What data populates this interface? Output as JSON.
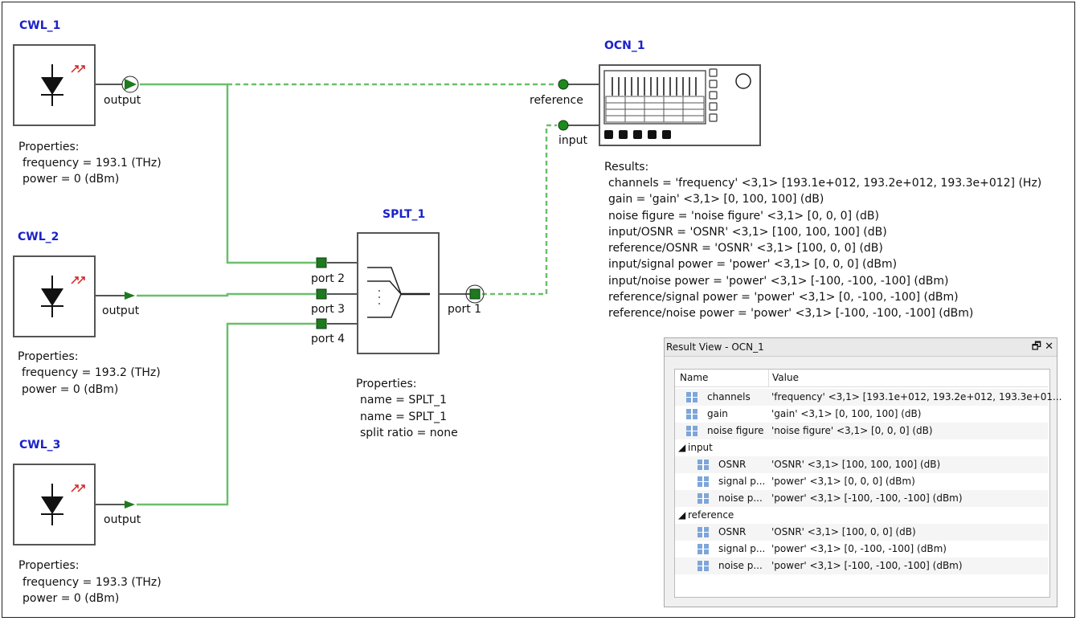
{
  "components": {
    "cwl1": {
      "name": "CWL_1",
      "port": "output",
      "props_title": "Properties:",
      "props": [
        "frequency = 193.1 (THz)",
        "power = 0 (dBm)"
      ]
    },
    "cwl2": {
      "name": "CWL_2",
      "port": "output",
      "props_title": "Properties:",
      "props": [
        "frequency = 193.2 (THz)",
        "power = 0 (dBm)"
      ]
    },
    "cwl3": {
      "name": "CWL_3",
      "port": "output",
      "props_title": "Properties:",
      "props": [
        "frequency = 193.3 (THz)",
        "power = 0 (dBm)"
      ]
    },
    "splt": {
      "name": "SPLT_1",
      "ports": [
        "port 2",
        "port 3",
        "port 4",
        "port 1"
      ],
      "props_title": "Properties:",
      "props": [
        "name = SPLT_1",
        "name = SPLT_1",
        "split ratio = none"
      ]
    },
    "ocn": {
      "name": "OCN_1",
      "ports": [
        "reference",
        "input"
      ],
      "results_title": "Results:",
      "results": [
        "channels = 'frequency' <3,1> [193.1e+012, 193.2e+012, 193.3e+012] (Hz)",
        "gain = 'gain' <3,1> [0, 100, 100] (dB)",
        "noise figure = 'noise figure' <3,1> [0, 0, 0] (dB)",
        "input/OSNR = 'OSNR' <3,1> [100, 100, 100] (dB)",
        "reference/OSNR = 'OSNR' <3,1> [100, 0, 0] (dB)",
        "input/signal power = 'power' <3,1> [0, 0, 0] (dBm)",
        "input/noise power = 'power' <3,1> [-100, -100, -100] (dBm)",
        "reference/signal power = 'power' <3,1> [0, -100, -100] (dBm)",
        "reference/noise power = 'power' <3,1> [-100, -100, -100] (dBm)"
      ]
    }
  },
  "result_view": {
    "title": "Result View - OCN_1",
    "restore_icon": "restore-icon",
    "close_icon": "close-icon",
    "headers": {
      "name": "Name",
      "value": "Value"
    },
    "rows": [
      {
        "name": "channels",
        "value": "'frequency' <3,1> [193.1e+012, 193.2e+012, 193.3e+01...",
        "level": 0,
        "icon": true
      },
      {
        "name": "gain",
        "value": "'gain' <3,1> [0, 100, 100] (dB)",
        "level": 0,
        "icon": true
      },
      {
        "name": "noise figure",
        "value": "'noise figure' <3,1> [0, 0, 0] (dB)",
        "level": 0,
        "icon": true
      },
      {
        "name": "input",
        "value": "",
        "level": 0,
        "group": true
      },
      {
        "name": "OSNR",
        "value": "'OSNR' <3,1> [100, 100, 100] (dB)",
        "level": 1,
        "icon": true
      },
      {
        "name": "signal p...",
        "value": "'power' <3,1> [0, 0, 0] (dBm)",
        "level": 1,
        "icon": true
      },
      {
        "name": "noise p...",
        "value": "'power' <3,1> [-100, -100, -100] (dBm)",
        "level": 1,
        "icon": true
      },
      {
        "name": "reference",
        "value": "",
        "level": 0,
        "group": true
      },
      {
        "name": "OSNR",
        "value": "'OSNR' <3,1> [100, 0, 0] (dB)",
        "level": 1,
        "icon": true
      },
      {
        "name": "signal p...",
        "value": "'power' <3,1> [0, -100, -100] (dBm)",
        "level": 1,
        "icon": true
      },
      {
        "name": "noise p...",
        "value": "'power' <3,1> [-100, -100, -100] (dBm)",
        "level": 1,
        "icon": true
      }
    ]
  },
  "colors": {
    "label": "#1b22c8",
    "wire": "#6bbf6b",
    "port": "#1e7a1e",
    "laser_arrows": "#d02020"
  }
}
